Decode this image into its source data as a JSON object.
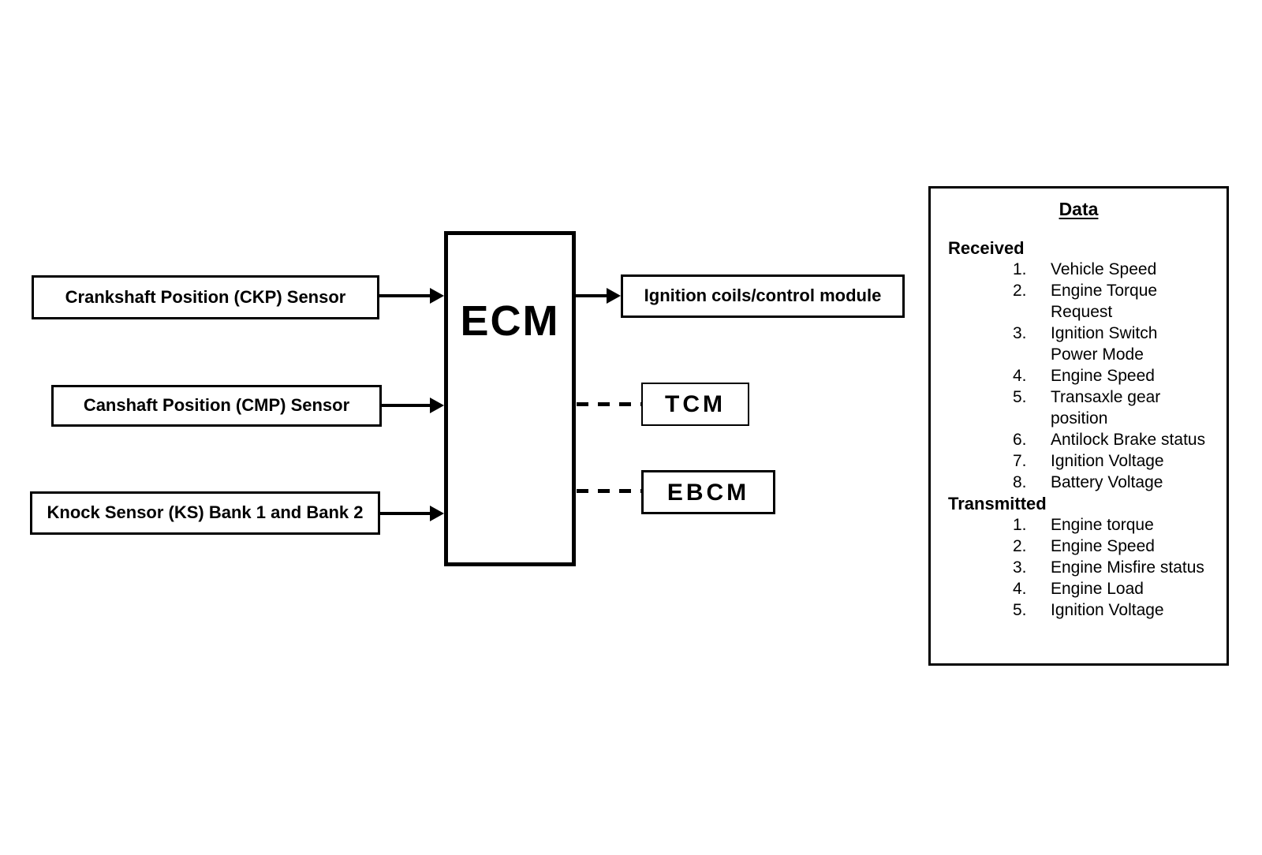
{
  "diagram": {
    "colors": {
      "line": "#000000",
      "background": "#ffffff"
    },
    "sensors": [
      {
        "label": "Crankshaft Position (CKP) Sensor"
      },
      {
        "label": "Canshaft Position (CMP) Sensor"
      },
      {
        "label": "Knock Sensor (KS) Bank 1 and Bank 2"
      }
    ],
    "ecm": {
      "label": "ECM"
    },
    "outputs": [
      {
        "label": "Ignition coils/control module",
        "connection": "solid-arrow"
      },
      {
        "label": "TCM",
        "connection": "dashed"
      },
      {
        "label": "EBCM",
        "connection": "dashed"
      }
    ],
    "data_panel": {
      "title": "Data",
      "received": {
        "heading": "Received",
        "items": [
          {
            "n": "1.",
            "text": "Vehicle Speed"
          },
          {
            "n": "2.",
            "text": "Engine Torque\nRequest"
          },
          {
            "n": "3.",
            "text": "Ignition Switch\nPower Mode"
          },
          {
            "n": "4.",
            "text": "Engine Speed"
          },
          {
            "n": "5.",
            "text": "Transaxle gear\nposition"
          },
          {
            "n": "6.",
            "text": "Antilock Brake status"
          },
          {
            "n": "7.",
            "text": "Ignition Voltage"
          },
          {
            "n": "8.",
            "text": "Battery Voltage"
          }
        ]
      },
      "transmitted": {
        "heading": "Transmitted",
        "items": [
          {
            "n": "1.",
            "text": "Engine torque"
          },
          {
            "n": "2.",
            "text": "Engine Speed"
          },
          {
            "n": "3.",
            "text": "Engine Misfire status"
          },
          {
            "n": "4.",
            "text": "Engine Load"
          },
          {
            "n": "5.",
            "text": "Ignition Voltage"
          }
        ]
      }
    }
  }
}
